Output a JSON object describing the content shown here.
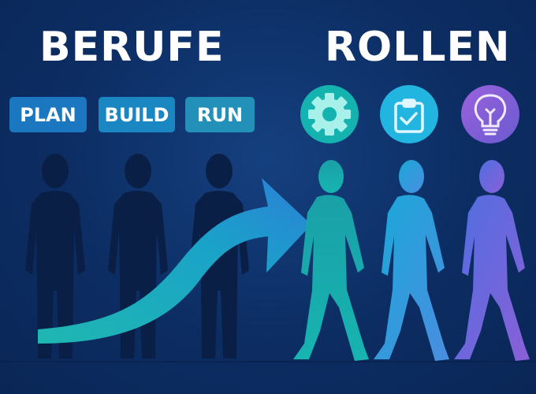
{
  "left_title": "BERUFE",
  "right_title": "ROLLEN",
  "tags": [
    "PLAN",
    "BUILD",
    "RUN"
  ],
  "role_icons": [
    "gear-icon",
    "clipboard-check-icon",
    "lightbulb-icon"
  ],
  "colors": {
    "background": "#0b2b60",
    "teal": "#16b3b0",
    "cyan": "#22b5e0",
    "purple": "#8a5fd8"
  }
}
